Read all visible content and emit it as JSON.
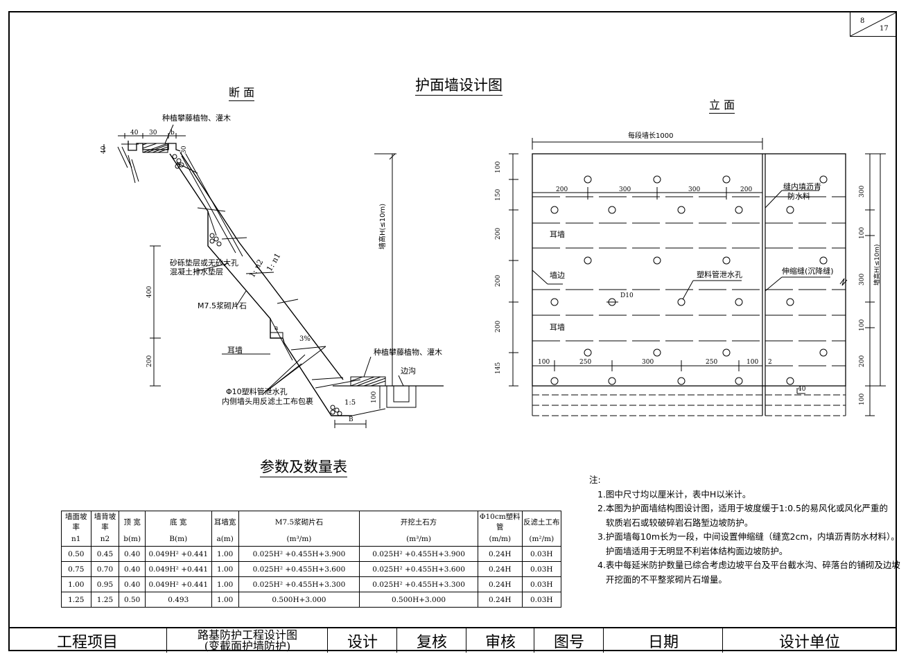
{
  "page": {
    "current": "8",
    "total": "17"
  },
  "main_title": "护面墙设计图",
  "section": {
    "title": "断 面",
    "label_plant_top": "种植攀藤植物、灌木",
    "label_cushion_1": "砂砾垫层或无砂大孔",
    "label_cushion_2": "混凝土排水垫层",
    "label_stone": "M7.5浆砌片石",
    "label_ear": "耳墙",
    "label_pipe_1": "Φ10塑料管泄水孔",
    "label_pipe_2": "内侧墙头用反滤土工布包裹",
    "label_plant_bottom": "种植攀藤植物、灌木",
    "label_ditch": "边沟",
    "label_height": "墙高H(≤10m)",
    "slope_n1": "1: n1",
    "slope_n2": "1: n2",
    "slope_15": "1:5",
    "pct": "3%",
    "dim_40a": "40",
    "dim_30": "30",
    "dim_b": "b",
    "dim_40b": "40",
    "dim_30b": "30",
    "dim_400": "400",
    "dim_200": "200",
    "dim_a": "a",
    "dim_100": "100",
    "dim_B": "B"
  },
  "elevation": {
    "title": "立 面",
    "seg_length": "每段墙长1000",
    "label_joint_fill_1": "缝内填沥青",
    "label_joint_fill_2": "防水料",
    "label_ear_1": "耳墙",
    "label_edge": "墙边",
    "label_ear_2": "耳墙",
    "label_pipe": "塑料管泄水孔",
    "label_joint": "伸缩缝(沉降缝)",
    "label_d10": "D10",
    "label_height": "墙高H(≤10m)",
    "top_dims": [
      "200",
      "300",
      "300",
      "200"
    ],
    "bottom_dims": [
      "100",
      "250",
      "300",
      "250",
      "100",
      "2"
    ],
    "left_dims": [
      "100",
      "150",
      "200",
      "200",
      "200",
      "145"
    ],
    "right_dims": [
      "300",
      "100",
      "300",
      "100",
      "200",
      "100"
    ],
    "dim_40": "40"
  },
  "table": {
    "title": "参数及数量表",
    "headers": [
      [
        "墙面坡率",
        "n1"
      ],
      [
        "墙背坡率",
        "n2"
      ],
      [
        "顶 宽",
        "b(m)"
      ],
      [
        "底 宽",
        "B(m)"
      ],
      [
        "耳墙宽",
        "a(m)"
      ],
      [
        "M7.5浆砌片石",
        "(m³/m)"
      ],
      [
        "开挖土石方",
        "(m³/m)"
      ],
      [
        "Φ10cm塑料管",
        "(m/m)"
      ],
      [
        "反滤土工布",
        "(m²/m)"
      ]
    ],
    "rows": [
      [
        "0.50",
        "0.45",
        "0.40",
        "0.049H² +0.441",
        "1.00",
        "0.025H² +0.455H+3.900",
        "0.025H² +0.455H+3.900",
        "0.24H",
        "0.03H"
      ],
      [
        "0.75",
        "0.70",
        "0.40",
        "0.049H² +0.441",
        "1.00",
        "0.025H² +0.455H+3.600",
        "0.025H² +0.455H+3.600",
        "0.24H",
        "0.03H"
      ],
      [
        "1.00",
        "0.95",
        "0.40",
        "0.049H² +0.441",
        "1.00",
        "0.025H² +0.455H+3.300",
        "0.025H² +0.455H+3.300",
        "0.24H",
        "0.03H"
      ],
      [
        "1.25",
        "1.25",
        "0.50",
        "0.493",
        "1.00",
        "0.500H+3.000",
        "0.500H+3.000",
        "0.24H",
        "0.03H"
      ]
    ]
  },
  "notes": {
    "heading": "注:",
    "lines": [
      "1.图中尺寸均以厘米计，表中H以米计。",
      "2.本图为护面墙结构图设计图，适用于坡度缓于1:0.5的易风化或风化严重的",
      "   软质岩石或较破碎岩石路堑边坡防护。",
      "3.护面墙每10m长为一段，中间设置伸缩缝（缝宽2cm，内填沥青防水材料）。",
      "   护面墙适用于无明显不利岩体结构面边坡防护。",
      "4.表中每延米防护数量已综合考虑边坡平台及平台截水沟、碎落台的铺砌及边坡",
      "   开挖面的不平整浆砌片石增量。"
    ]
  },
  "title_block": {
    "project": "工程项目",
    "drawing_1": "路基防护工程设计图",
    "drawing_2": "(变截面护墙防护)",
    "design": "设计",
    "check": "复核",
    "review": "审核",
    "drawing_no": "图号",
    "date": "日期",
    "unit": "设计单位"
  }
}
